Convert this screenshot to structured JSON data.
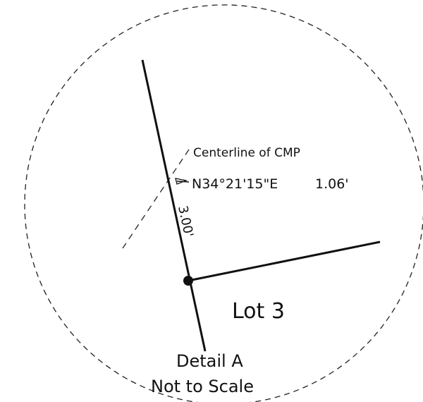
{
  "detail": {
    "centerline_label": "Centerline of CMP",
    "bearing_label": "N34°21'15\"E",
    "distance_label": "1.06'",
    "offset_label": "3.00'",
    "lot_label": "Lot 3",
    "title_line1": "Detail A",
    "title_line2": "Not to Scale"
  },
  "colors": {
    "ink": "#111111",
    "background": "#ffffff"
  }
}
